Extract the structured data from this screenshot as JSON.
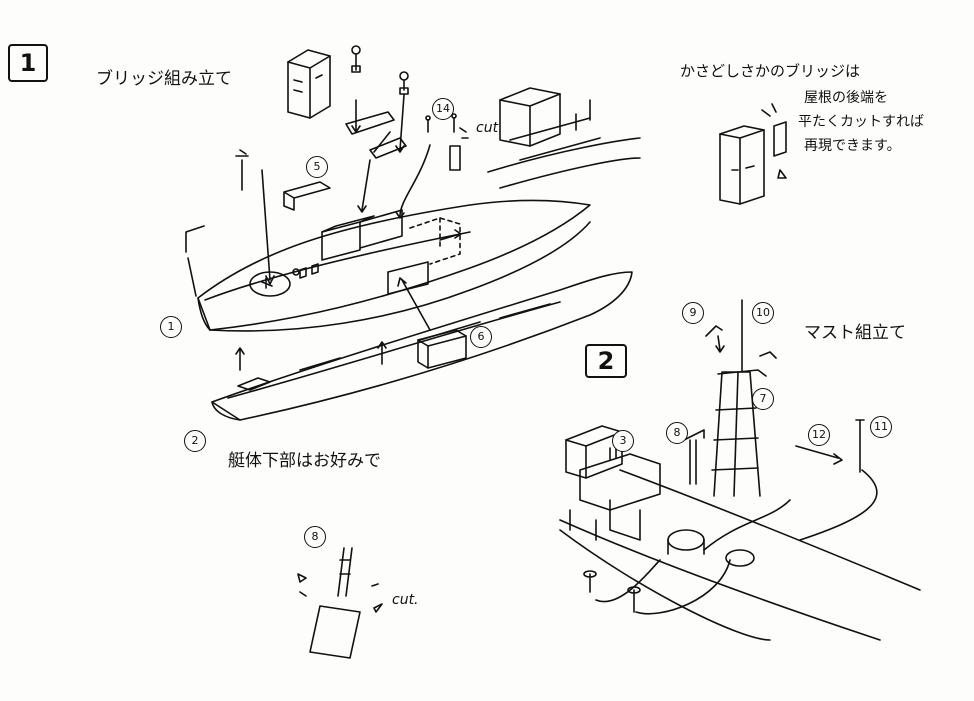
{
  "step_boxes": {
    "step1": "1",
    "step2": "2"
  },
  "headings": {
    "bridge_assembly": "ブリッジ組み立て",
    "mast_assembly": "マスト組立て",
    "kasado_note_title": "かさどしさかのブリッジは"
  },
  "notes": {
    "kasado_note_lines": [
      "屋根の後端を",
      "平たくカットすれば",
      "再現できます。"
    ],
    "hull_lower_note": "艇体下部はお好みで"
  },
  "cut_labels": {
    "cut_top": "cut",
    "cut_bottom": "cut."
  },
  "part_numbers": {
    "p1_hull_upper": "1",
    "p2_hull_lower": "2",
    "p5_gun_shield": "5",
    "p6_box": "6",
    "p14_small_part": "14",
    "p8_bottom_mast": "8",
    "p9_mast_top": "9",
    "p10_mast_pole": "10",
    "p7_tripod": "7",
    "p8_mast_side": "8",
    "p12_boom": "12",
    "p11_antenna": "11",
    "p3_bridge": "3"
  },
  "icons": [
    "hull-upper-drawing",
    "hull-lower-drawing",
    "bridge-block-drawing",
    "tripod-mast-drawing",
    "kasado-bridge-drawing",
    "assembly-arrow-icon",
    "scissors-cut-mark-icon"
  ],
  "ink_color": "#111111",
  "paper_color": "#fdfdfc"
}
